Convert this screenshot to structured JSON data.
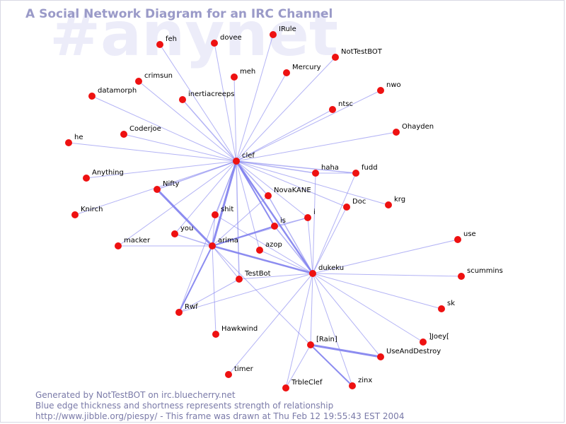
{
  "title": "A Social Network Diagram for an IRC Channel",
  "channel_watermark": "#anynet",
  "footer": {
    "line1": "Generated by NotTestBOT on irc.bluecherry.net",
    "line2": "Blue edge thickness and shortness represents strength of relationship",
    "line3": "http://www.jibble.org/piespy/ - This frame was drawn at Thu Feb 12 19:55:43 EST 2004"
  },
  "colors": {
    "node": "#ee1111",
    "edge": "#8080ee",
    "label": "#000000",
    "watermark": "#ececf9",
    "title": "#9a9ac8",
    "footer": "#7a7aa8"
  },
  "nodes": [
    {
      "id": "feh",
      "label": "feh"
    },
    {
      "id": "dovee",
      "label": "dovee"
    },
    {
      "id": "IRule",
      "label": "IRule"
    },
    {
      "id": "NotTestBOT",
      "label": "NotTestBOT"
    },
    {
      "id": "meh",
      "label": "meh"
    },
    {
      "id": "Mercury",
      "label": "Mercury"
    },
    {
      "id": "crimsun",
      "label": "crimsun"
    },
    {
      "id": "nwo",
      "label": "nwo"
    },
    {
      "id": "datamorph",
      "label": "datamorph"
    },
    {
      "id": "inertiacreeps",
      "label": "inertiacreeps"
    },
    {
      "id": "ntsc",
      "label": "ntsc"
    },
    {
      "id": "Coderjoe",
      "label": "Coderjoe"
    },
    {
      "id": "Ohayden",
      "label": "Ohayden"
    },
    {
      "id": "he",
      "label": "he"
    },
    {
      "id": "clef",
      "label": "clef"
    },
    {
      "id": "haha",
      "label": "haha"
    },
    {
      "id": "fudd",
      "label": "fudd"
    },
    {
      "id": "Anything",
      "label": "Anything"
    },
    {
      "id": "Nifty",
      "label": "Nifty"
    },
    {
      "id": "NovaKANE",
      "label": "NovaKANE"
    },
    {
      "id": "krg",
      "label": "krg"
    },
    {
      "id": "Doc",
      "label": "Doc"
    },
    {
      "id": "Knirch",
      "label": "Knirch"
    },
    {
      "id": "shit",
      "label": "shit"
    },
    {
      "id": "i",
      "label": "i"
    },
    {
      "id": "is",
      "label": "is"
    },
    {
      "id": "you",
      "label": "you"
    },
    {
      "id": "use",
      "label": "use"
    },
    {
      "id": "macker",
      "label": "macker"
    },
    {
      "id": "arima",
      "label": "arima"
    },
    {
      "id": "azop",
      "label": "azop"
    },
    {
      "id": "dukeku",
      "label": "dukeku"
    },
    {
      "id": "scummins",
      "label": "scummins"
    },
    {
      "id": "TestBot",
      "label": "TestBot"
    },
    {
      "id": "sk",
      "label": "sk"
    },
    {
      "id": "Rwf",
      "label": "Rwf"
    },
    {
      "id": "Hawkwind",
      "label": "Hawkwind"
    },
    {
      "id": "JJoey",
      "label": "]Joey["
    },
    {
      "id": "Rain",
      "label": "[Rain]"
    },
    {
      "id": "UseAndDestroy",
      "label": "UseAndDestroy"
    },
    {
      "id": "timer",
      "label": "timer"
    },
    {
      "id": "TrbleClef",
      "label": "TrbleClef"
    },
    {
      "id": "zinx",
      "label": "zinx"
    }
  ],
  "edges": [
    {
      "from": "clef",
      "to": "feh",
      "strength": 1
    },
    {
      "from": "clef",
      "to": "dovee",
      "strength": 1
    },
    {
      "from": "clef",
      "to": "IRule",
      "strength": 1
    },
    {
      "from": "clef",
      "to": "NotTestBOT",
      "strength": 1
    },
    {
      "from": "clef",
      "to": "meh",
      "strength": 1
    },
    {
      "from": "clef",
      "to": "Mercury",
      "strength": 1
    },
    {
      "from": "clef",
      "to": "crimsun",
      "strength": 1
    },
    {
      "from": "clef",
      "to": "nwo",
      "strength": 1
    },
    {
      "from": "clef",
      "to": "datamorph",
      "strength": 1
    },
    {
      "from": "clef",
      "to": "inertiacreeps",
      "strength": 1.5
    },
    {
      "from": "clef",
      "to": "ntsc",
      "strength": 1
    },
    {
      "from": "clef",
      "to": "Coderjoe",
      "strength": 1
    },
    {
      "from": "clef",
      "to": "Ohayden",
      "strength": 1
    },
    {
      "from": "clef",
      "to": "he",
      "strength": 1
    },
    {
      "from": "clef",
      "to": "haha",
      "strength": 1.5
    },
    {
      "from": "clef",
      "to": "fudd",
      "strength": 1.5
    },
    {
      "from": "clef",
      "to": "Anything",
      "strength": 1
    },
    {
      "from": "clef",
      "to": "Nifty",
      "strength": 1.5
    },
    {
      "from": "clef",
      "to": "NovaKANE",
      "strength": 1.5
    },
    {
      "from": "clef",
      "to": "krg",
      "strength": 1
    },
    {
      "from": "clef",
      "to": "Doc",
      "strength": 1
    },
    {
      "from": "clef",
      "to": "Knirch",
      "strength": 1
    },
    {
      "from": "clef",
      "to": "shit",
      "strength": 1
    },
    {
      "from": "clef",
      "to": "i",
      "strength": 1
    },
    {
      "from": "clef",
      "to": "is",
      "strength": 2
    },
    {
      "from": "clef",
      "to": "you",
      "strength": 1
    },
    {
      "from": "clef",
      "to": "macker",
      "strength": 1
    },
    {
      "from": "clef",
      "to": "arima",
      "strength": 3
    },
    {
      "from": "clef",
      "to": "azop",
      "strength": 1
    },
    {
      "from": "clef",
      "to": "dukeku",
      "strength": 2.5
    },
    {
      "from": "clef",
      "to": "TestBot",
      "strength": 1.5
    },
    {
      "from": "clef",
      "to": "Rwf",
      "strength": 1
    },
    {
      "from": "Nifty",
      "to": "arima",
      "strength": 3
    },
    {
      "from": "arima",
      "to": "is",
      "strength": 2
    },
    {
      "from": "arima",
      "to": "dukeku",
      "strength": 2.5
    },
    {
      "from": "arima",
      "to": "you",
      "strength": 1.5
    },
    {
      "from": "arima",
      "to": "macker",
      "strength": 1
    },
    {
      "from": "arima",
      "to": "shit",
      "strength": 1
    },
    {
      "from": "arima",
      "to": "TestBot",
      "strength": 1
    },
    {
      "from": "arima",
      "to": "Rwf",
      "strength": 2
    },
    {
      "from": "arima",
      "to": "Hawkwind",
      "strength": 1
    },
    {
      "from": "arima",
      "to": "NovaKANE",
      "strength": 1
    },
    {
      "from": "arima",
      "to": "i",
      "strength": 1
    },
    {
      "from": "arima",
      "to": "Rain",
      "strength": 1
    },
    {
      "from": "is",
      "to": "i",
      "strength": 1
    },
    {
      "from": "is",
      "to": "dukeku",
      "strength": 1.5
    },
    {
      "from": "shit",
      "to": "dukeku",
      "strength": 1
    },
    {
      "from": "NovaKANE",
      "to": "dukeku",
      "strength": 1.5
    },
    {
      "from": "azop",
      "to": "dukeku",
      "strength": 1
    },
    {
      "from": "i",
      "to": "dukeku",
      "strength": 1
    },
    {
      "from": "Doc",
      "to": "dukeku",
      "strength": 1
    },
    {
      "from": "fudd",
      "to": "dukeku",
      "strength": 1
    },
    {
      "from": "haha",
      "to": "dukeku",
      "strength": 1
    },
    {
      "from": "haha",
      "to": "fudd",
      "strength": 1
    },
    {
      "from": "dukeku",
      "to": "use",
      "strength": 1
    },
    {
      "from": "dukeku",
      "to": "scummins",
      "strength": 1
    },
    {
      "from": "dukeku",
      "to": "sk",
      "strength": 1
    },
    {
      "from": "dukeku",
      "to": "JJoey",
      "strength": 1
    },
    {
      "from": "dukeku",
      "to": "TestBot",
      "strength": 1
    },
    {
      "from": "dukeku",
      "to": "Rain",
      "strength": 1
    },
    {
      "from": "dukeku",
      "to": "UseAndDestroy",
      "strength": 1
    },
    {
      "from": "dukeku",
      "to": "zinx",
      "strength": 1
    },
    {
      "from": "dukeku",
      "to": "TrbleClef",
      "strength": 1
    },
    {
      "from": "dukeku",
      "to": "timer",
      "strength": 1
    },
    {
      "from": "dukeku",
      "to": "Rwf",
      "strength": 1
    },
    {
      "from": "Rain",
      "to": "UseAndDestroy",
      "strength": 3
    },
    {
      "from": "Rain",
      "to": "zinx",
      "strength": 2
    },
    {
      "from": "Rain",
      "to": "TrbleClef",
      "strength": 1
    },
    {
      "from": "TestBot",
      "to": "Rwf",
      "strength": 1
    }
  ]
}
